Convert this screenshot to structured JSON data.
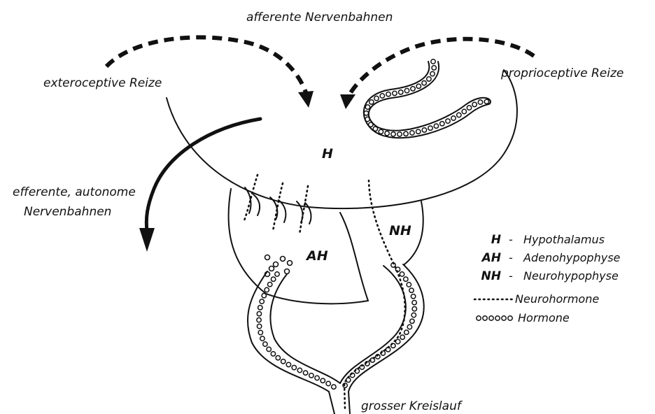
{
  "labels": {
    "afferent": "afferente Nervenbahnen",
    "exteroceptive": "exteroceptive Reize",
    "proprioceptive": "proprioceptive Reize",
    "efferent_line1": "efferente, autonome",
    "efferent_line2": "Nervenbahnen",
    "h": "H",
    "ah": "AH",
    "nh": "NH",
    "circulation": "grosser Kreislauf"
  },
  "legend": [
    {
      "key": "H",
      "sep": "-",
      "text": "Hypothalamus"
    },
    {
      "key": "AH",
      "sep": "-",
      "text": "Adenohypophyse"
    },
    {
      "key": "NH",
      "sep": "-",
      "text": "Neurohypophyse"
    },
    {
      "key": "",
      "sep": "",
      "text": "Neurohormone"
    },
    {
      "key": "",
      "sep": "",
      "text": "Hormone"
    }
  ],
  "colors": {
    "ink": "#111111",
    "background": "#ffffff"
  }
}
